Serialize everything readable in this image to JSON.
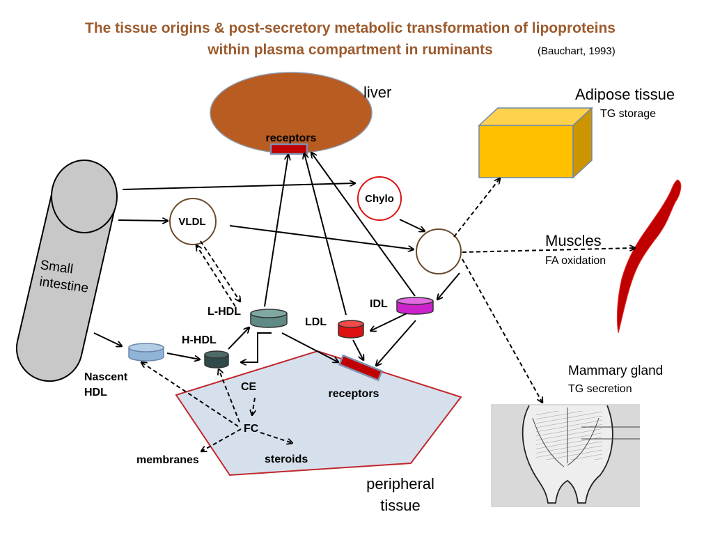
{
  "title": {
    "line1": "The tissue origins & post-secretory metabolic transformation of lipoproteins",
    "line2": "within plasma compartment in ruminants",
    "citation": "(Bauchart, 1993)",
    "color": "#9c5b2e"
  },
  "organs": {
    "liver": "liver",
    "liver_receptors": "receptors",
    "adipose": "Adipose tissue",
    "adipose_sub": "TG storage",
    "muscles": "Muscles",
    "muscles_sub": "FA oxidation",
    "mammary": "Mammary gland",
    "mammary_sub": "TG secretion",
    "intestine_line1": "Small",
    "intestine_line2": "intestine",
    "peripheral_line1": "peripheral",
    "peripheral_line2": "tissue",
    "peripheral_receptors": "receptors"
  },
  "lipoproteins": {
    "chylo": "Chylo",
    "vldl": "VLDL",
    "idl": "IDL",
    "ldl": "LDL",
    "l_hdl": "L-HDL",
    "h_hdl": "H-HDL",
    "nascent_line1": "Nascent",
    "nascent_line2": "HDL"
  },
  "cholesterol": {
    "ce": "CE",
    "fc": "FC",
    "membranes": "membranes",
    "steroids": "steroids"
  },
  "colors": {
    "liver": "#b85c22",
    "adipose": "#ffc000",
    "muscle": "#c00000",
    "peripheral_fill": "#d6e0ec",
    "peripheral_border": "#c0272d",
    "idl": "#cc22cc",
    "ldl": "#dd1111",
    "l_hdl": "#5f8a85",
    "h_hdl": "#2f4a48",
    "nascent_hdl": "#8fb4d8",
    "intestine": "#c8c8c8"
  }
}
